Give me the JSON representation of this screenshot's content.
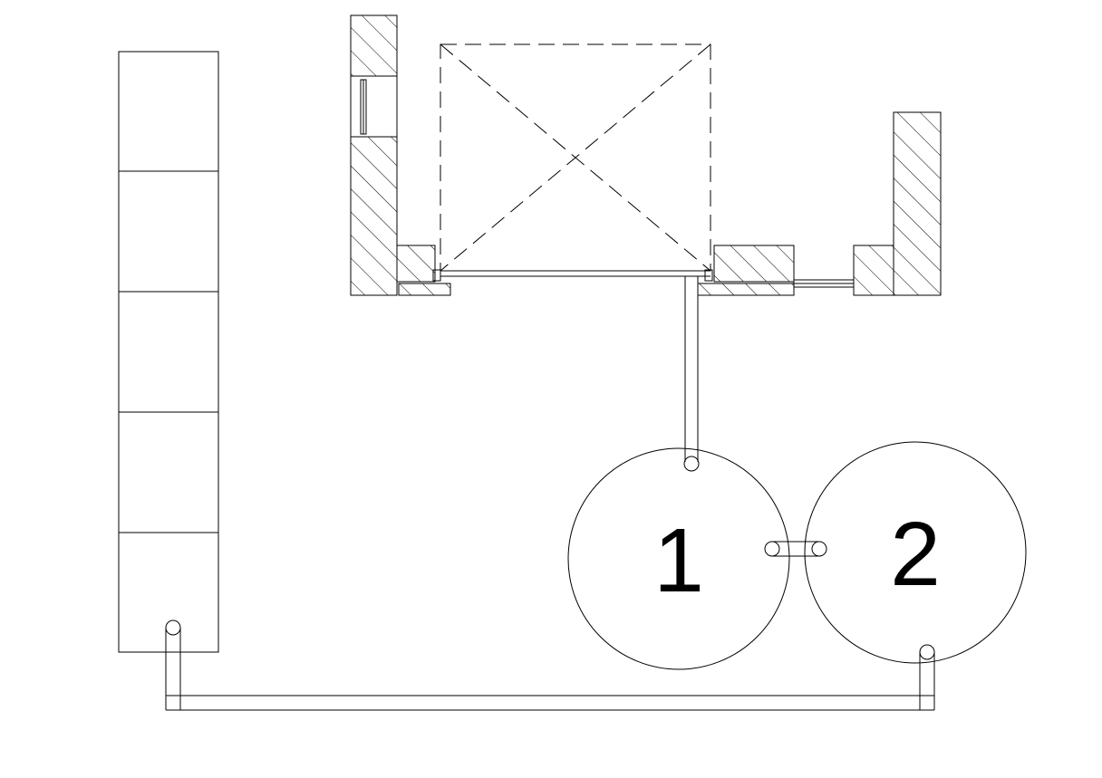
{
  "diagram": {
    "type": "plumbing-plan",
    "tanks": [
      {
        "label": "1"
      },
      {
        "label": "2"
      }
    ],
    "components": [
      "building-wall-section",
      "dashed-crossed-area",
      "stacked-box-column",
      "pipe-connections",
      "tank-1",
      "tank-2"
    ],
    "colors": {
      "line": "#000000",
      "background": "#ffffff"
    }
  }
}
